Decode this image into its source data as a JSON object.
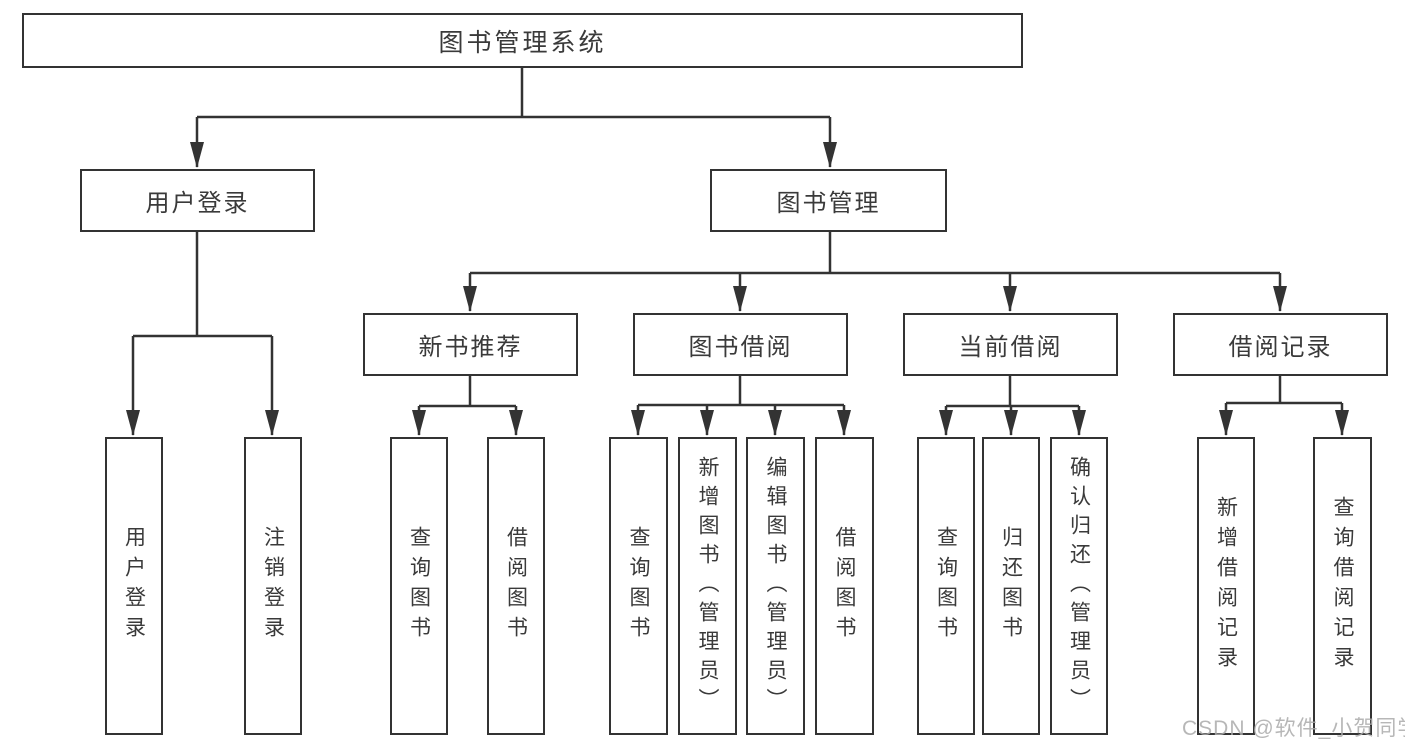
{
  "diagram": {
    "root": "图书管理系统",
    "level2": [
      "用户登录",
      "图书管理"
    ],
    "level3": [
      "新书推荐",
      "图书借阅",
      "当前借阅",
      "借阅记录"
    ],
    "leaves_login": [
      "用户登录",
      "注销登录"
    ],
    "leaves_newbook": [
      "查询图书",
      "借阅图书"
    ],
    "leaves_borrow": [
      "查询图书",
      "新增图书（管理员）",
      "编辑图书（管理员）",
      "借阅图书"
    ],
    "leaves_current": [
      "查询图书",
      "归还图书",
      "确认归还（管理员）"
    ],
    "leaves_records": [
      "新增借阅记录",
      "查询借阅记录"
    ],
    "watermark": "CSDN @软件_小贺同学",
    "colors": {
      "line": "#333333",
      "text": "#3a3a3a",
      "watermark": "#aaaaaa"
    }
  }
}
